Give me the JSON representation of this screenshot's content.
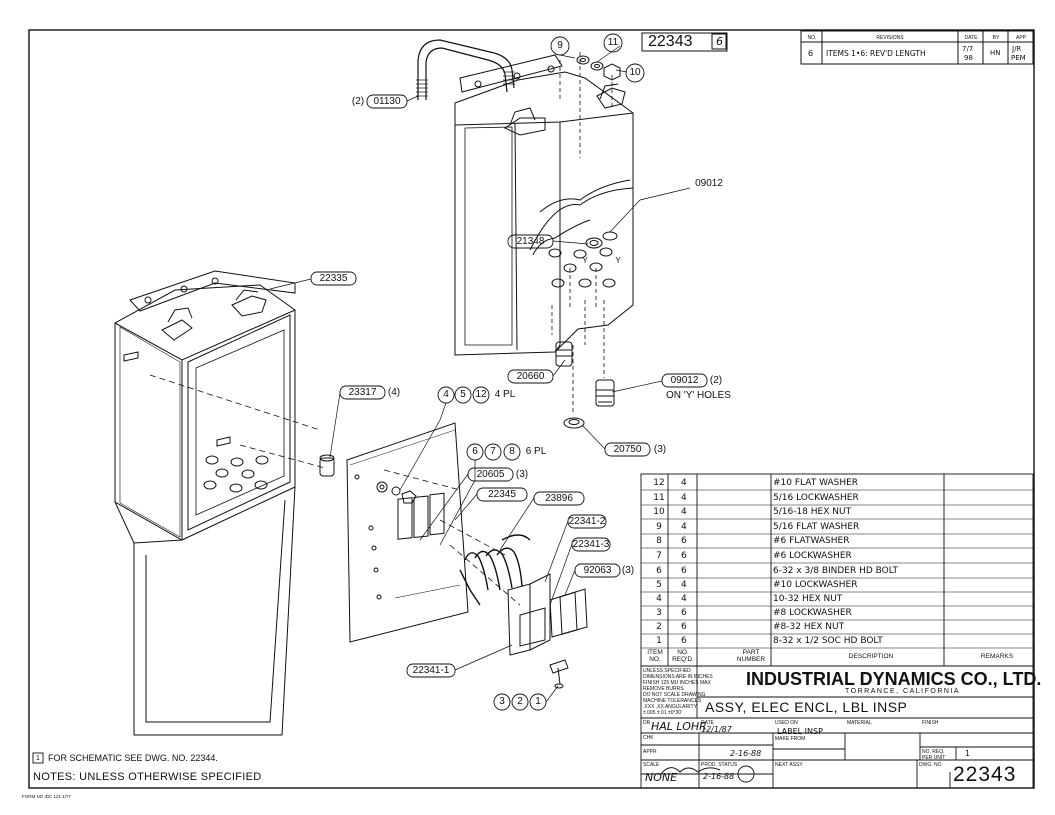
{
  "drawing_number": "22343",
  "sheet_rev": "6",
  "revisions": {
    "headers": {
      "no": "NO.",
      "revisions": "REVISIONS",
      "date": "DATE",
      "by": "BY",
      "app": "APP"
    },
    "entries": [
      {
        "no": "6",
        "description": "ITEMS 1•6: REV'D LENGTH",
        "date_a": "7/7",
        "date_b": "98",
        "by": "HN",
        "app_a": "J/R",
        "app_b": "PEM"
      }
    ]
  },
  "callouts": {
    "c9": "9",
    "c11": "11",
    "c10": "10",
    "c01130": "01130",
    "c01130_qty": "(2)",
    "c09012_top": "09012",
    "c21348": "21348",
    "c22335": "22335",
    "c23317": "23317",
    "c23317_qty": "(4)",
    "c4": "4",
    "c5": "5",
    "c12": "12",
    "c4pl": "4 PL",
    "c20660": "20660",
    "c09012": "09012",
    "c09012_qty": "(2)",
    "c_on_y": "ON 'Y' HOLES",
    "c20750": "20750",
    "c20750_qty": "(3)",
    "c6": "6",
    "c7": "7",
    "c8": "8",
    "c6pl": "6 PL",
    "c20605": "20605",
    "c20605_qty": "(3)",
    "c22345": "22345",
    "c23896": "23896",
    "c22341_2": "22341-2",
    "c22341_3": "22341-3",
    "c92063": "92063",
    "c92063_qty": "(3)",
    "c22341_1": "22341-1",
    "c3": "3",
    "c2": "2",
    "c1": "1",
    "y_mark": "Y"
  },
  "bom": {
    "headers": {
      "item": "ITEM NO.",
      "qty": "NO. REQ'D.",
      "part": "PART NUMBER",
      "desc": "DESCRIPTION",
      "remarks": "REMARKS"
    },
    "rows": [
      {
        "item": "12",
        "qty": "4",
        "desc": "#10 FLAT WASHER"
      },
      {
        "item": "11",
        "qty": "4",
        "desc": "5/16 LOCKWASHER"
      },
      {
        "item": "10",
        "qty": "4",
        "desc": "5/16-18 HEX NUT"
      },
      {
        "item": "9",
        "qty": "4",
        "desc": "5/16 FLAT WASHER"
      },
      {
        "item": "8",
        "qty": "6",
        "desc": "#6 FLATWASHER"
      },
      {
        "item": "7",
        "qty": "6",
        "desc": "#6 LOCKWASHER"
      },
      {
        "item": "6",
        "qty": "6",
        "desc": "6-32 x 3/8 BINDER HD BOLT"
      },
      {
        "item": "5",
        "qty": "4",
        "desc": "#10 LOCKWASHER"
      },
      {
        "item": "4",
        "qty": "4",
        "desc": "10-32 HEX NUT"
      },
      {
        "item": "3",
        "qty": "6",
        "desc": "#8 LOCKWASHER"
      },
      {
        "item": "2",
        "qty": "6",
        "desc": "#8-32 HEX NUT"
      },
      {
        "item": "1",
        "qty": "6",
        "desc": "8-32 x 1/2 SOC HD BOLT"
      }
    ]
  },
  "title_block": {
    "tolerance_notes": [
      "UNLESS SPECIFIED",
      "DIMENSIONS ARE IN INCHES",
      "FINISH 125 MU INCHES MAX",
      "REMOVE BURRS",
      "DO NOT SCALE DRAWING",
      "MACHINE TOLERANCES",
      ".XXX   .XX   ANGULARITY",
      "±.005  ±.01  ±0°30'"
    ],
    "company": "INDUSTRIAL DYNAMICS CO., LTD.",
    "location": "TORRANCE,  CALIFORNIA",
    "title": "ASSY, ELEC ENCL, LBL INSP",
    "dr_label": "DR",
    "dr_value": "HAL LOHR",
    "date_label": "DATE",
    "date_value": "12/1/87",
    "chk_label": "CHK",
    "appr_label": "APPR",
    "appr_date": "2-16-88",
    "scale_label": "SCALE",
    "scale_value": "NONE",
    "prod_status_label": "PROD. STATUS",
    "prod_status_value": "2-16-88",
    "used_on_label": "USED ON",
    "used_on_value": "LABEL INSP",
    "make_from_label": "MAKE FROM",
    "next_assy_label": "NEXT ASSY",
    "material_label": "MATERIAL",
    "finish_label": "FINISH",
    "per_unit_label": "NO. REQ. PER UNIT",
    "per_unit_value": "1",
    "dwg_no_label": "DWG. NO",
    "dwg_no_value": "22343"
  },
  "notes": {
    "note1_num": "1",
    "note1": "FOR SCHEMATIC SEE DWG. NO. 22344.",
    "heading": "NOTES: UNLESS OTHERWISE SPECIFIED"
  },
  "form_footer": "FORM NO IDC 121 1/77"
}
